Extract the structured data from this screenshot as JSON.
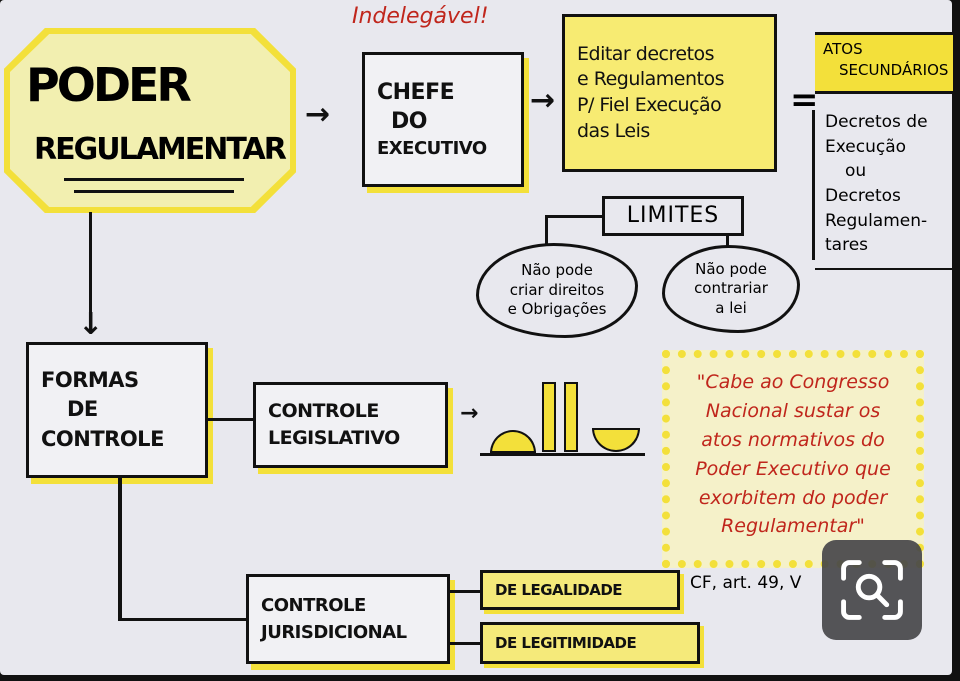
{
  "annotation": "Indelegável!",
  "main_node": {
    "line1": "PODER",
    "line2": "REGULAMENTAR"
  },
  "chief": [
    "CHEFE",
    "DO",
    "EXECUTIVO"
  ],
  "edit_box": [
    "Editar decretos",
    "e Regulamentos",
    "P/ Fiel Execução",
    "das Leis"
  ],
  "equals": "=",
  "secondary": {
    "title1": "ATOS",
    "title2": "SECUNDÁRIOS",
    "items": [
      "Decretos de",
      "Execução",
      "ou",
      "Decretos",
      "Regulamen-",
      "tares"
    ]
  },
  "limits": {
    "title": "LIMITES",
    "left": [
      "Não pode",
      "criar direitos",
      "e Obrigações"
    ],
    "right": [
      "Não pode",
      "contrariar",
      "a lei"
    ]
  },
  "forms": [
    "FORMAS",
    "DE",
    "CONTROLE"
  ],
  "legislative": [
    "CONTROLE",
    "LEGISLATIVO"
  ],
  "judicial": [
    "CONTROLE",
    "JURISDICIONAL"
  ],
  "legality": "DE LEGALIDADE",
  "legitimacy": "DE LEGITIMIDADE",
  "quote": {
    "lines": [
      "\"Cabe ao Congresso",
      "Nacional sustar os",
      "atos normativos do",
      "Poder Executivo que",
      "exorbitem do poder",
      "Regulamentar\""
    ],
    "citation": "CF, art. 49, V"
  },
  "colors": {
    "yellow": "#f3e03a",
    "red": "#c0261c",
    "ink": "#111111"
  },
  "lens_button": {
    "icon": "visual-search-icon"
  }
}
